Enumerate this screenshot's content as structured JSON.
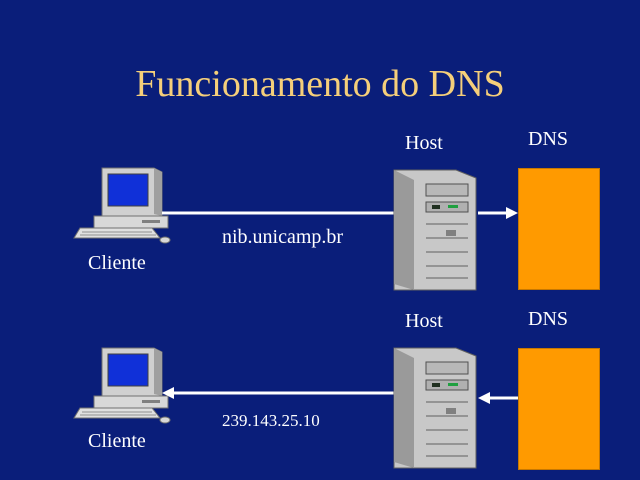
{
  "slide": {
    "title": "Funcionamento do DNS",
    "scenarios": [
      {
        "client_label": "Cliente",
        "host_label": "Host",
        "dns_label": "DNS",
        "message": "nib.unicamp.br"
      },
      {
        "client_label": "Cliente",
        "host_label": "Host",
        "dns_label": "DNS",
        "message": "239.143.25.10"
      }
    ]
  },
  "colors": {
    "background": "#0A1E7A",
    "title": "#F5CF7A",
    "dns_box": "#FF9A00",
    "text": "#FFFFFF",
    "arrow": "#FFFFFF"
  },
  "icons": {
    "client": "desktop-computer-icon",
    "host": "tower-server-icon",
    "dns": "dns-server-box"
  }
}
